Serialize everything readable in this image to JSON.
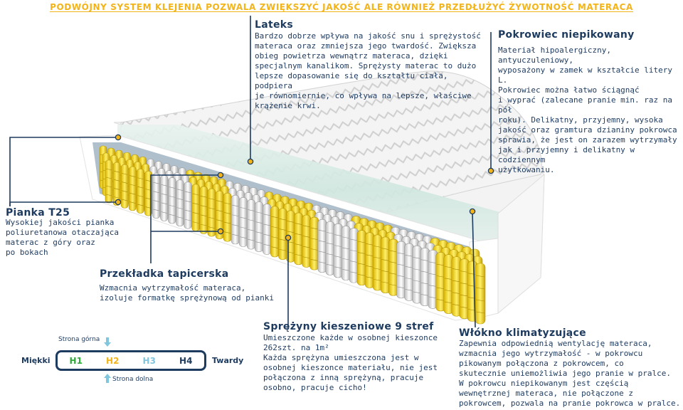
{
  "headline": "PODWÓJNY SYSTEM KLEJENIA POZWALA ZWIĘKSZYĆ JAKOŚĆ ALE RÓWNIEŻ PRZEDŁUŻYĆ ŻYWOTNOŚĆ MATERACA",
  "colors": {
    "navy": "#1d3a5f",
    "yellow": "#f3b41a",
    "green": "#2eaa3a",
    "light_blue": "#5bb7d6",
    "cover": "#eeeeee"
  },
  "lateks": {
    "title": "Lateks",
    "text": "Bardzo dobrze wpływa na jakość snu i sprężystość\nmateraca oraz zmniejsza jego twardość. Zwiększa\nobieg powietrza wewnątrz materaca, dzięki\nspecjalnym kanalikom. Sprężysty materac to dużo\nlepsze dopasowanie się do kształtu ciała, podpiera\nje równomiernie, co wpływa na lepsze, właściwe\nkrążenie krwi."
  },
  "pokrowiec": {
    "title": "Pokrowiec niepikowany",
    "text": "Materiał hipoalergiczny, antyuczuleniowy,\nwyposażony w zamek w kształcie litery L.\nPokrowiec można łatwo ściągnąć\ni wyprać (zalecane pranie min. raz na pół\nroku). Delikatny, przyjemny, wysoka\njakość oraz gramtura dzianiny pokrowca\nsprawia, że jest on zarazem wytrzymały\njak i przyjemny i delikatny w codziennym\nużytkowaniu."
  },
  "pianka": {
    "title": "Pianka T25",
    "text": "Wysokiej jakości pianka\npoliuretanowa otaczająca\nmaterac z góry oraz\npo bokach"
  },
  "przekladka": {
    "title": "Przekładka tapicerska",
    "text": "Wzmacnia wytrzymałość materaca,\nizoluje formatkę sprężynową od pianki"
  },
  "sprezyny": {
    "title": "Sprężyny kieszeniowe 9 stref",
    "text": "Umieszczone każde w osobnej kieszonce\n262szt. na 1m²\nKażda sprężyna umieszczona jest w\nosobnej kieszonce materiału, nie jest\npołączona z inną sprężyną, pracuje\nosobno, pracuje cicho!"
  },
  "wlokno": {
    "title": "Włókno klimatyzujące",
    "text": "Zapewnia odpowiednią wentylację materaca,\nwzmacnia jego wytrzymałość - w pokrowcu\npikowanym połączona z pokrowcem, co\nskutecznie uniemożliwia jego pranie w pralce.\nW pokrowcu niepikowanym jest częścią\nwewnętrznej materaca, nie połączone z\npokrowcem, pozwala na pranie pokrowca w pralce."
  },
  "hardness": {
    "soft_label": "Miękki",
    "hard_label": "Twardy",
    "top_side": "Strona górna",
    "bottom_side": "Strona dolna",
    "levels": [
      {
        "label": "H1",
        "color": "#2eaa3a"
      },
      {
        "label": "H2",
        "color": "#f3b41a"
      },
      {
        "label": "H3",
        "color": "#7fc6de"
      },
      {
        "label": "H4",
        "color": "#1d3a5f"
      }
    ]
  }
}
